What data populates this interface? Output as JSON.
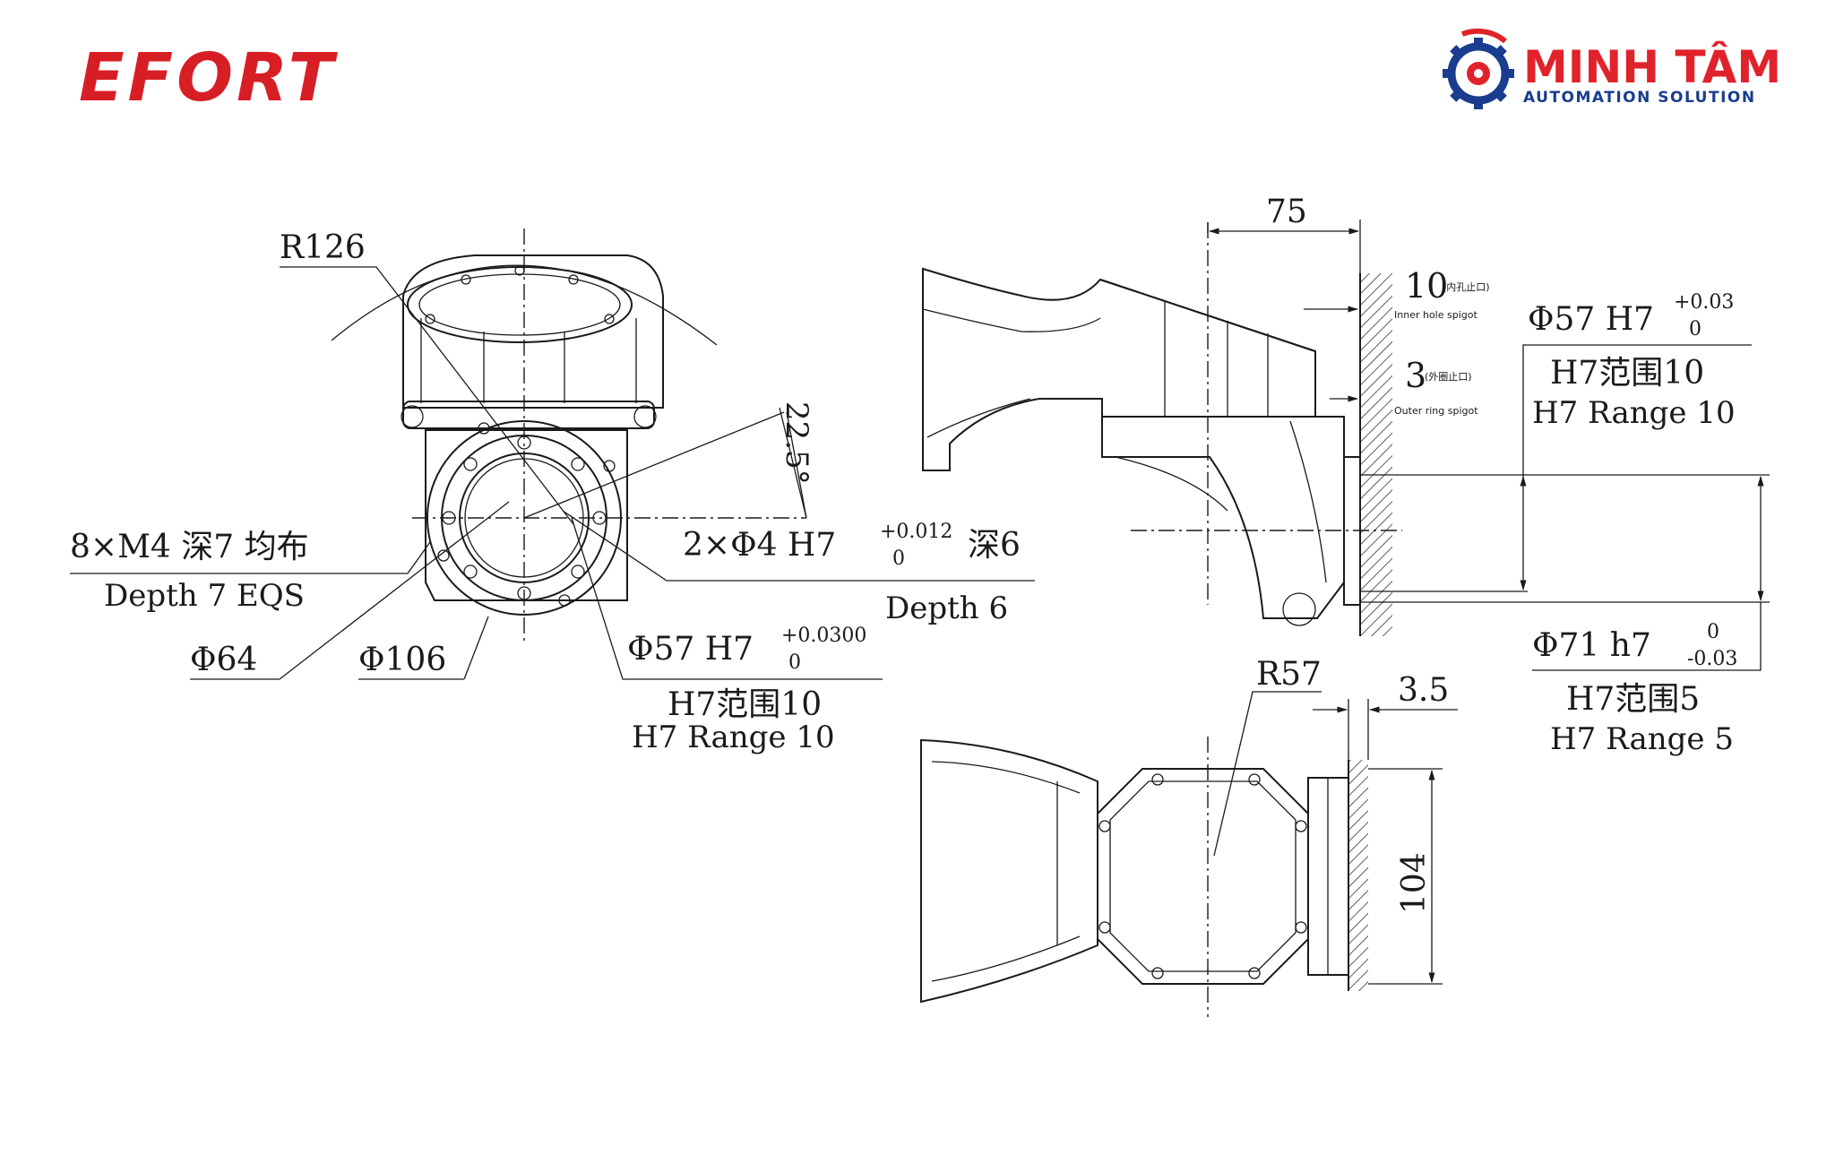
{
  "brand": {
    "left_logo": "EFORT",
    "right_logo_name": "MINH TÂM",
    "right_logo_tagline": "AUTOMATION SOLUTION",
    "colors": {
      "efort_red": "#d81e25",
      "minhtam_red": "#e0232b",
      "minhtam_blue": "#1a3d8f"
    },
    "icon": "gear-icon"
  },
  "front_view": {
    "radius": "R126",
    "angle": "22.5°",
    "threads_cn": "8×M4 深7  均布",
    "threads_en": "Depth 7 EQS",
    "pin_holes": "2×Φ4 H7",
    "pin_tol_upper": "+0.012",
    "pin_tol_lower": "0",
    "pin_depth_cn": "深6",
    "pin_depth_en": "Depth 6",
    "dia_small": "Φ64",
    "dia_large": "Φ106",
    "bore": "Φ57 H7",
    "bore_tol_upper": "+0.0300",
    "bore_tol_lower": "0",
    "range_cn": "H7范围10",
    "range_en": "H7 Range 10"
  },
  "side_view": {
    "offset": "75",
    "inner_depth": "10",
    "inner_cn": "(内孔止口)",
    "inner_en": "Inner hole spigot",
    "outer_depth": "3",
    "outer_cn": "(外圈止口)",
    "outer_en": "Outer ring spigot",
    "bore": "Φ57 H7",
    "bore_tol_upper": "+0.03",
    "bore_tol_lower": "0",
    "range_cn": "H7范围10",
    "range_en": "H7 Range 10",
    "shaft": "Φ71 h7",
    "shaft_tol_upper": "0",
    "shaft_tol_lower": "-0.03",
    "shaft_range_cn": "H7范围5",
    "shaft_range_en": "H7 Range 5"
  },
  "top_view": {
    "radius": "R57",
    "thickness": "3.5",
    "width": "104"
  }
}
